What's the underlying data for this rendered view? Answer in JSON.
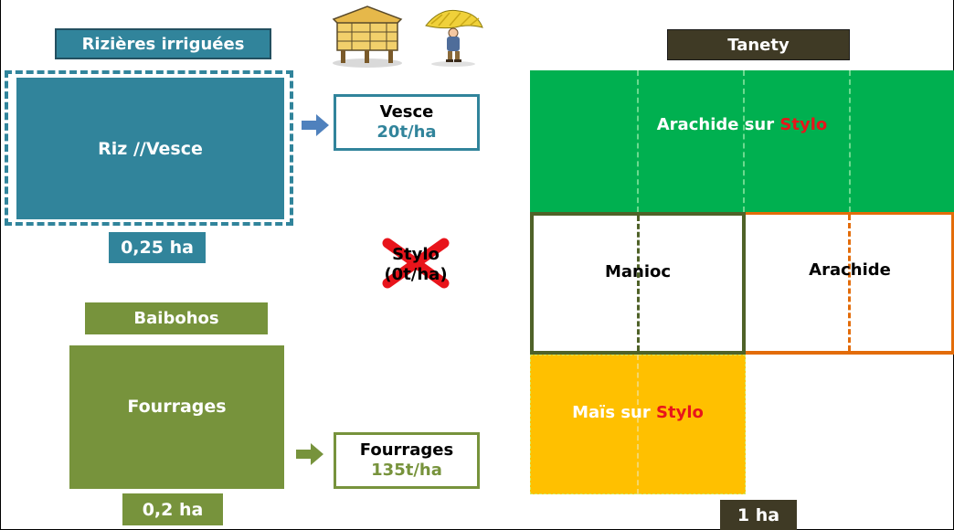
{
  "rizieres": {
    "header": "Rizières irriguées",
    "plot_label": "Riz //Vesce",
    "area": "0,25 ha",
    "output_name": "Vesce",
    "output_value": "20t/ha"
  },
  "stylo": {
    "name": "Stylo",
    "value": "(0t/ha)"
  },
  "baibohos": {
    "header": "Baibohos",
    "plot_label": "Fourrages",
    "area": "0,2 ha",
    "output_name": "Fourrages",
    "output_value": "135t/ha"
  },
  "tanety": {
    "header": "Tanety",
    "plot1_prefix": "Arachide sur ",
    "plot1_highlight": "Stylo",
    "plot2": "Manioc",
    "plot3": "Arachide",
    "plot4_prefix": "Maïs sur ",
    "plot4_highlight": "Stylo",
    "area": "1 ha"
  },
  "colors": {
    "riz_blue": "#31849b",
    "baibohos_green": "#77933c",
    "tanety_brown": "#3f3a25",
    "arachide_stylo_green": "#00b050",
    "manioc_border": "#4f6228",
    "arachide_orange": "#e36c09",
    "mais_yellow": "#ffc000",
    "stylo_red": "#e8141b"
  },
  "icons": [
    "hay-storage-icon",
    "farmer-carrying-hay-icon",
    "arrow-right-icon",
    "red-cross-icon"
  ]
}
